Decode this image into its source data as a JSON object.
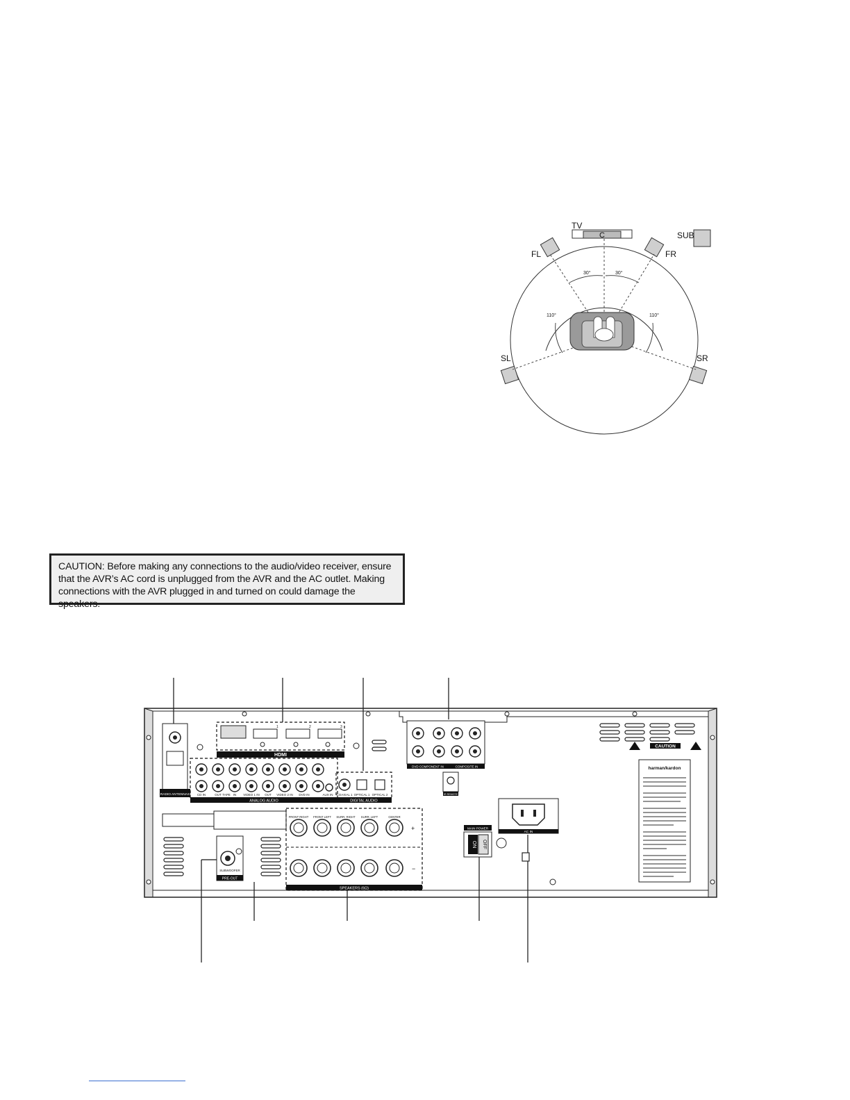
{
  "speaker_diagram": {
    "labels": {
      "tv": "TV",
      "center": "C",
      "sub": "SUB",
      "front_left": "FL",
      "front_right": "FR",
      "surround_left": "SL",
      "surround_right": "SR"
    },
    "angles": {
      "front_left": "30°",
      "front_right": "30°",
      "surround_left": "110°",
      "surround_right": "110°"
    }
  },
  "caution": {
    "text": "CAUTION: Before making any connections to the audio/video receiver, ensure that the AVR’s AC cord is unplugged from the AVR and the AC outlet. Making connections with the AVR plugged in and turned on could damage the speakers."
  },
  "rear_panel": {
    "radio_antennas": "RADIO ANTENNAS",
    "hdmi": "HDMI",
    "hdmi_inputs": [
      "1",
      "2",
      "3"
    ],
    "analog_audio": "ANALOG AUDIO",
    "analog_inputs": [
      "CD IN",
      "OUT",
      "TAPE",
      "IN",
      "VIDEO 1 IN",
      "OUT",
      "VIDEO 2 IN",
      "DVD IN",
      "AUX IN"
    ],
    "digital_audio": "DIGITAL AUDIO",
    "digital_inputs": [
      "COAXIAL 1",
      "OPTICAL 1",
      "OPTICAL 2"
    ],
    "dvd_component_in": "DVD COMPONENT IN",
    "composite_in": "COMPOSITE IN",
    "ir_remote": "IR REMOTE",
    "subwoofer": "SUBWOOFER",
    "pre_out": "PRE-OUT",
    "speaker_channels": [
      "FRONT RIGHT",
      "FRONT LEFT",
      "SURR. RIGHT",
      "SURR. LEFT",
      "CENTER"
    ],
    "speakers": "SPEAKERS (6Ω)",
    "main_power": "MAIN POWER",
    "on": "ON",
    "off": "OFF",
    "ac_in": "AC IN",
    "caution_label": "CAUTION",
    "brand": "harman/kardon"
  }
}
